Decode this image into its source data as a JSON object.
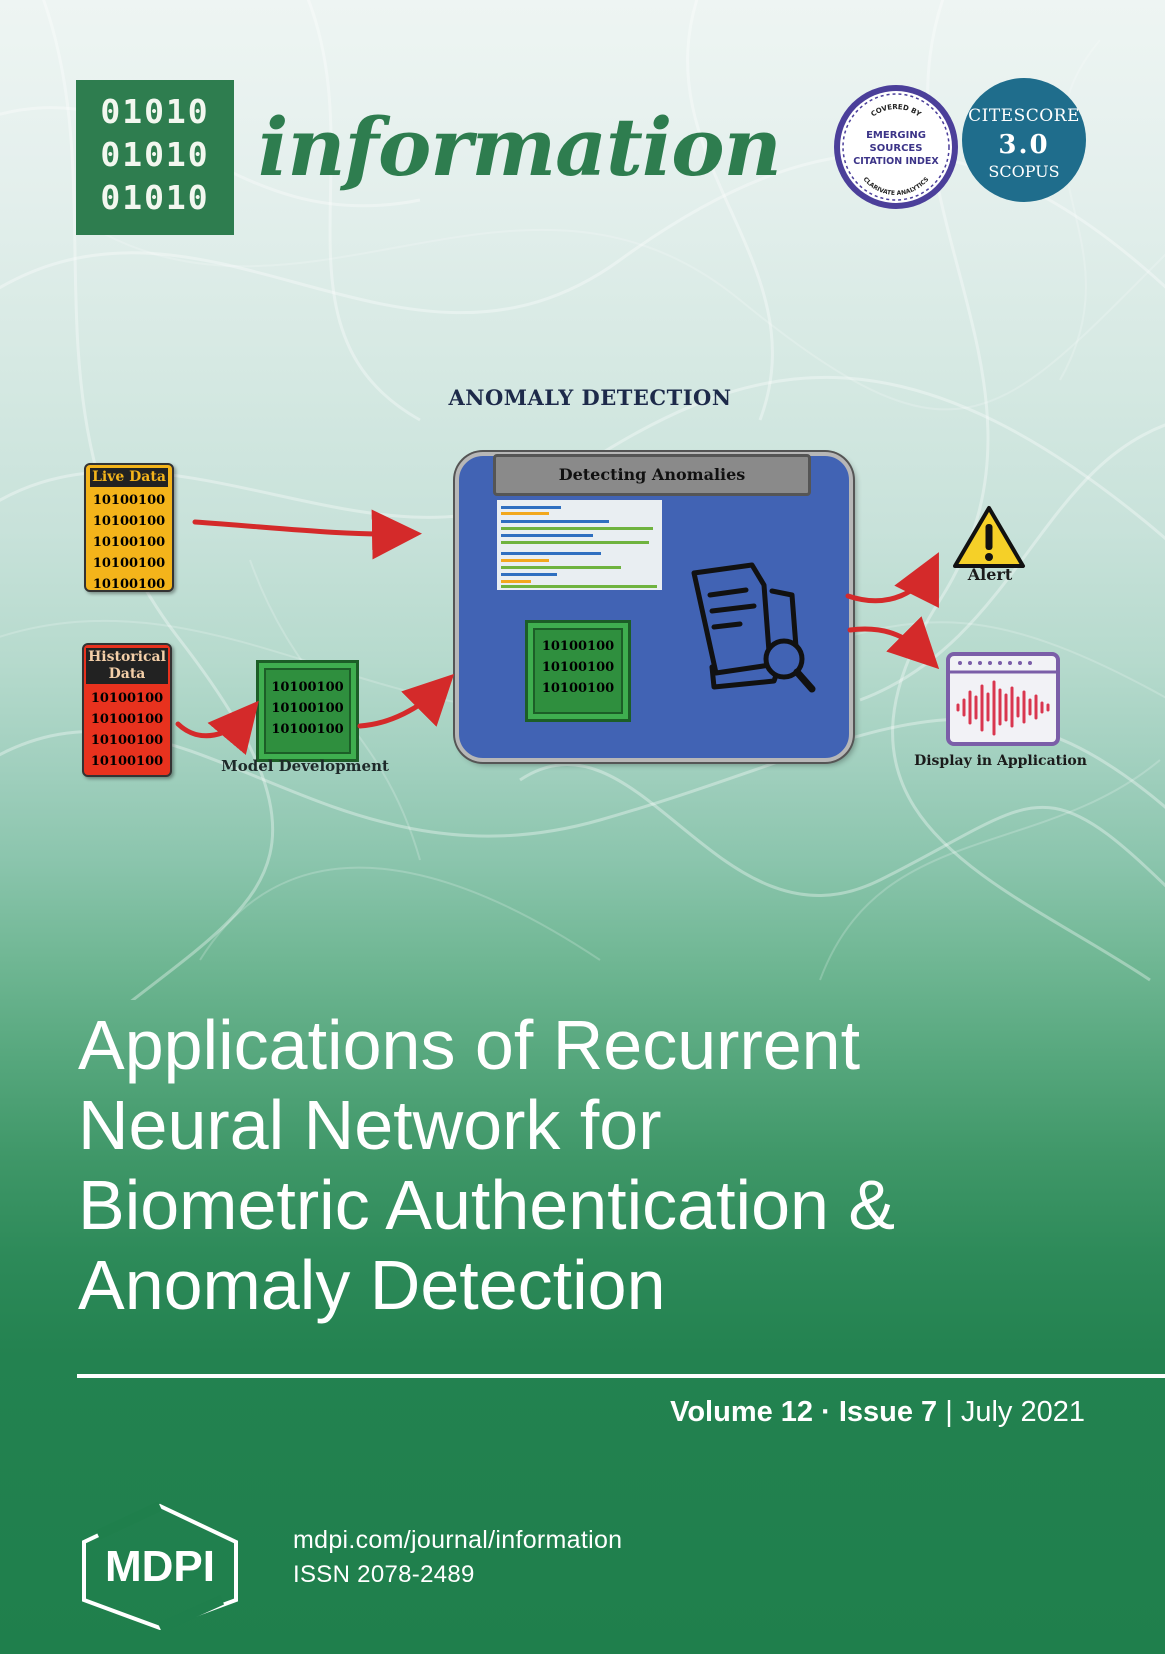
{
  "header": {
    "logo_binary_rows": [
      "01010",
      "01010",
      "01010"
    ],
    "journal_name": "information"
  },
  "badges": {
    "esci": {
      "top_text": "COVERED BY",
      "lines": [
        "EMERGING",
        "SOURCES",
        "CITATION INDEX"
      ],
      "bottom_text": "CLARIVATE ANALYTICS"
    },
    "citescore": {
      "label": "CITESCORE",
      "value": "3.0",
      "source": "SCOPUS"
    }
  },
  "figure": {
    "title": "ANOMALY DETECTION",
    "live_data": {
      "label": "Live Data",
      "lines": [
        "10100100",
        "10100100",
        "10100100",
        "10100100",
        "10100100"
      ]
    },
    "historical_data": {
      "label_lines": [
        "Historical",
        "Data"
      ],
      "lines": [
        "10100100",
        "10100100",
        "10100100",
        "10100100"
      ]
    },
    "model_chip_lines": [
      "10100100",
      "10100100",
      "10100100"
    ],
    "model_label": "Model Development",
    "panel_title": "Detecting Anomalies",
    "panel_chip_lines": [
      "10100100",
      "10100100",
      "10100100"
    ],
    "alert_label": "Alert",
    "display_label": "Display in Application"
  },
  "cover": {
    "title_lines": [
      "Applications of Recurrent",
      "Neural Network for",
      "Biometric Authentication &",
      "Anomaly Detection"
    ],
    "volume": "Volume 12",
    "separator": " · ",
    "issue": "Issue 7",
    "pipe": " | ",
    "date": "July 2021"
  },
  "footer": {
    "publisher": "MDPI",
    "url": "mdpi.com/journal/information",
    "issn": "ISSN 2078-2489"
  },
  "colors": {
    "brand_green": "#2e7d4f",
    "footer_green": "#1f7f4c",
    "citescore_blue": "#1f6d8c",
    "esci_purple": "#4b3f9a",
    "panel_blue": "#4163b4",
    "arrow_red": "#d42a2a"
  }
}
